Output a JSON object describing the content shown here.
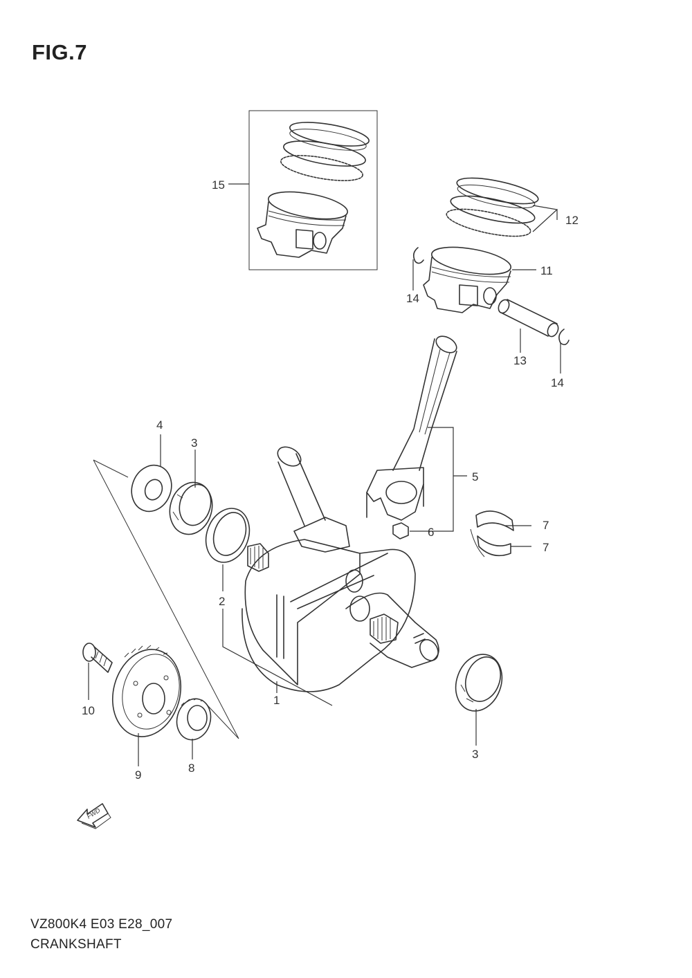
{
  "figure": {
    "title": "FIG.7"
  },
  "callouts": {
    "c1": "1",
    "c2": "2",
    "c3a": "3",
    "c3b": "3",
    "c4": "4",
    "c5": "5",
    "c6": "6",
    "c7a": "7",
    "c7b": "7",
    "c8": "8",
    "c9": "9",
    "c10": "10",
    "c11": "11",
    "c12": "12",
    "c13": "13",
    "c14a": "14",
    "c14b": "14",
    "c15": "15"
  },
  "fwd_label": "FWD",
  "footer": {
    "model_code": "VZ800K4 E03 E28_007",
    "section_title": "CRANKSHAFT"
  }
}
